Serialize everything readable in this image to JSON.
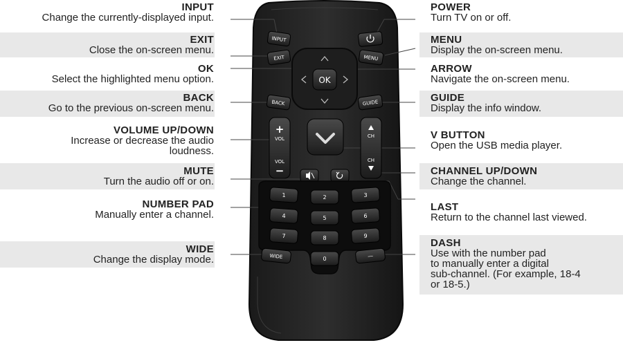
{
  "left_labels": [
    {
      "id": "input",
      "title": "INPUT",
      "desc": [
        "Change the currently-displayed input."
      ]
    },
    {
      "id": "exit",
      "title": "EXIT",
      "desc": [
        "Close the on-screen menu."
      ]
    },
    {
      "id": "ok",
      "title": "OK",
      "desc": [
        "Select the highlighted menu option."
      ]
    },
    {
      "id": "back",
      "title": "BACK",
      "desc": [
        "Go to the previous on-screen menu."
      ]
    },
    {
      "id": "volume",
      "title": "VOLUME UP/DOWN",
      "desc": [
        "Increase or decrease the audio",
        "loudness."
      ]
    },
    {
      "id": "mute",
      "title": "MUTE",
      "desc": [
        "Turn the audio off or on."
      ]
    },
    {
      "id": "numpad",
      "title": "NUMBER PAD",
      "desc": [
        "Manually enter a channel."
      ]
    },
    {
      "id": "wide",
      "title": "WIDE",
      "desc": [
        "Change the display mode."
      ]
    }
  ],
  "right_labels": [
    {
      "id": "power",
      "title": "POWER",
      "desc": [
        "Turn TV on or off."
      ]
    },
    {
      "id": "menu",
      "title": "MENU",
      "desc": [
        "Display the on-screen menu."
      ]
    },
    {
      "id": "arrow",
      "title": "ARROW",
      "desc": [
        "Navigate the on-screen menu."
      ]
    },
    {
      "id": "guide",
      "title": "GUIDE",
      "desc": [
        "Display the info window."
      ]
    },
    {
      "id": "vbutton",
      "title": "V BUTTON",
      "desc": [
        "Open the USB media player."
      ]
    },
    {
      "id": "channel",
      "title": "CHANNEL UP/DOWN",
      "desc": [
        "Change the channel."
      ]
    },
    {
      "id": "last",
      "title": "LAST",
      "desc": [
        "Return to the channel last viewed."
      ]
    },
    {
      "id": "dash",
      "title": "DASH",
      "desc": [
        "Use with the number pad",
        "to manually enter a digital",
        "sub-channel. (For example, 18-4",
        "or 18-5.)"
      ]
    }
  ],
  "remote_buttons": {
    "input": "INPUT",
    "exit": "EXIT",
    "menu": "MENU",
    "ok": "OK",
    "back": "BACK",
    "guide": "GUIDE",
    "vol": "VOL",
    "ch": "CH",
    "plus": "+",
    "minus": "−",
    "wide": "WIDE",
    "dash": "—",
    "digits": [
      "1",
      "2",
      "3",
      "4",
      "5",
      "6",
      "7",
      "8",
      "9",
      "0"
    ]
  }
}
